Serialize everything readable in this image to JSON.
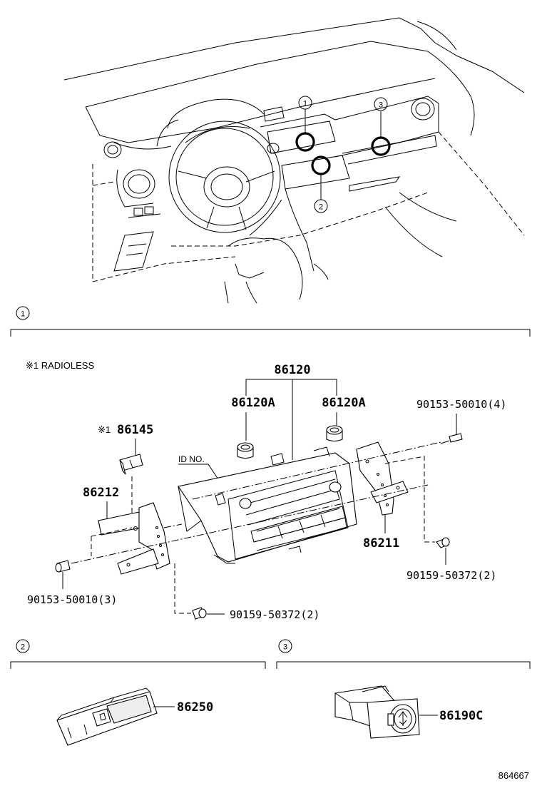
{
  "callouts": {
    "one": "1",
    "two": "2",
    "three": "3"
  },
  "section1": {
    "index": "1",
    "note": "※1 RADIOLESS",
    "id_label": "ID NO.",
    "parts": {
      "p86120": "86120",
      "p86120A_left": "86120A",
      "p86120A_right": "86120A",
      "p90153_top": "90153-50010(4)",
      "p86145_mark": "※1",
      "p86145": "86145",
      "p86212": "86212",
      "p86211": "86211",
      "p90159_right": "90159-50372(2)",
      "p90153_bottom": "90153-50010(3)",
      "p90159_bottom": "90159-50372(2)"
    }
  },
  "section2": {
    "index": "2",
    "part": "86250"
  },
  "section3": {
    "index": "3",
    "part": "86190C"
  },
  "illustration_id": "864667"
}
